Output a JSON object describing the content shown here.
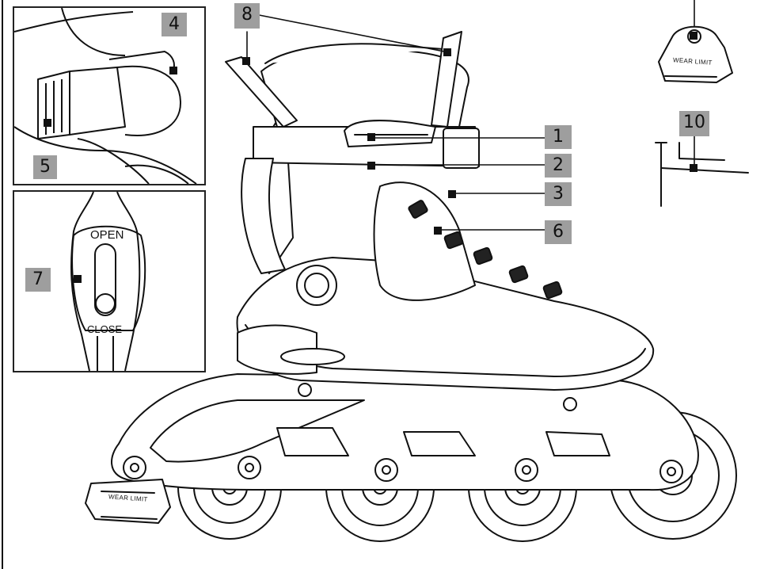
{
  "callouts": {
    "c1": "1",
    "c2": "2",
    "c3": "3",
    "c4": "4",
    "c5": "5",
    "c6": "6",
    "c7": "7",
    "c8": "8",
    "c10": "10"
  },
  "lever": {
    "open": "OPEN",
    "close": "CLOSE"
  },
  "brake": {
    "wear_limit_main": "WEAR LIMIT",
    "wear_limit_part": "WEAR LIMIT"
  }
}
